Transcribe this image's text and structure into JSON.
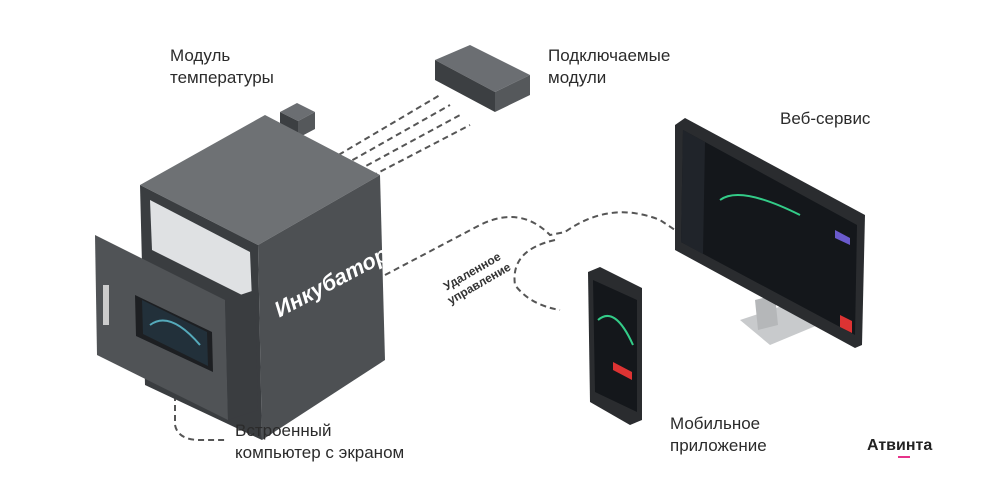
{
  "labels": {
    "temp_module": [
      "Модуль",
      "температуры"
    ],
    "plug_modules": [
      "Подключаемые",
      "модули"
    ],
    "web_service": "Веб-сервис",
    "incubator": "Инкубатор",
    "remote_control": [
      "Удаленное",
      "управление"
    ],
    "builtin_computer": [
      "Встроенный",
      "компьютер с экраном"
    ],
    "mobile_app": [
      "Мобильное",
      "приложение"
    ]
  },
  "logo": "Атвинта",
  "colors": {
    "body": "#4a4d50",
    "dark": "#2e3033",
    "accent": "#e6338a",
    "screen_accent": "#6a5acd"
  }
}
